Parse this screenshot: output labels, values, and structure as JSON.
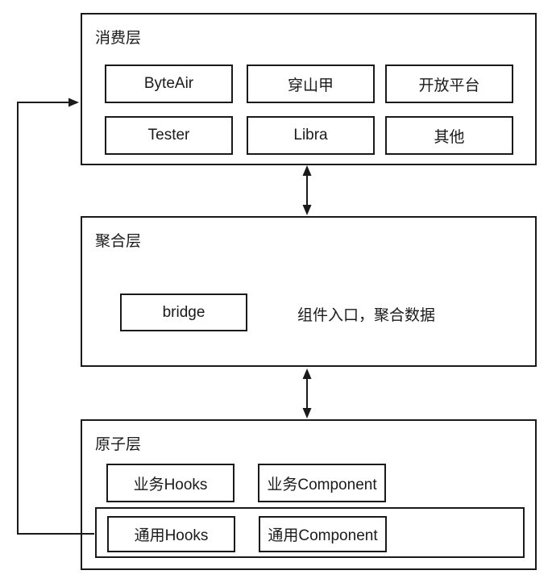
{
  "colors": {
    "line": "#1a1a1a",
    "text": "#1a1a1a",
    "background": "#ffffff"
  },
  "layers": {
    "consumer": {
      "label": "消费层",
      "items": [
        "ByteAir",
        "穿山甲",
        "开放平台",
        "Tester",
        "Libra",
        "其他"
      ]
    },
    "aggregation": {
      "label": "聚合层",
      "bridge_label": "bridge",
      "description": "组件入口，聚合数据"
    },
    "atomic": {
      "label": "原子层",
      "business_items": [
        "业务Hooks",
        "业务Component"
      ],
      "common_items": [
        "通用Hooks",
        "通用Component"
      ]
    }
  }
}
